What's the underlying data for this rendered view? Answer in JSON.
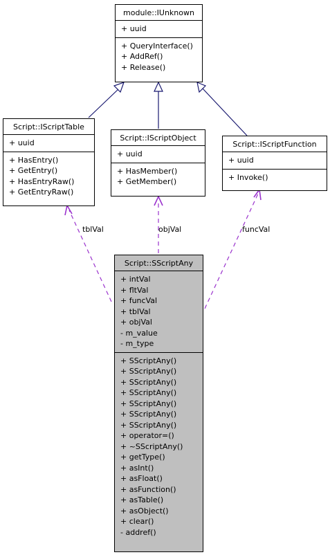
{
  "classes": {
    "iunknown": {
      "name": "module::IUnknown",
      "attributes": [
        "+ uuid"
      ],
      "methods": [
        "+ QueryInterface()",
        "+ AddRef()",
        "+ Release()"
      ]
    },
    "iscripttable": {
      "name": "Script::IScriptTable",
      "attributes": [
        "+ uuid"
      ],
      "methods": [
        "+ HasEntry()",
        "+ GetEntry()",
        "+ HasEntryRaw()",
        "+ GetEntryRaw()"
      ]
    },
    "iscriptobject": {
      "name": "Script::IScriptObject",
      "attributes": [
        "+ uuid"
      ],
      "methods": [
        "+ HasMember()",
        "+ GetMember()"
      ]
    },
    "iscriptfunction": {
      "name": "Script::IScriptFunction",
      "attributes": [
        "+ uuid"
      ],
      "methods": [
        "+ Invoke()"
      ]
    },
    "sscriptany": {
      "name": "Script::SScriptAny",
      "attributes": [
        "+ intVal",
        "+ fltVal",
        "+ funcVal",
        "+ tblVal",
        "+ objVal",
        "- m_value",
        "- m_type"
      ],
      "methods": [
        "+ SScriptAny()",
        "+ SScriptAny()",
        "+ SScriptAny()",
        "+ SScriptAny()",
        "+ SScriptAny()",
        "+ SScriptAny()",
        "+ SScriptAny()",
        "+ operator=()",
        "+ ~SScriptAny()",
        "+ getType()",
        "+ asInt()",
        "+ asFloat()",
        "+ asFunction()",
        "+ asTable()",
        "+ asObject()",
        "+ clear()",
        "- addref()"
      ]
    }
  },
  "edge_labels": {
    "tblval": "tblVal",
    "objval": "objVal",
    "funcval": "funcVal"
  },
  "colors": {
    "inheritance": "#191970",
    "usage": "#9a32cd",
    "highlight_fill": "#bfbfbf"
  }
}
